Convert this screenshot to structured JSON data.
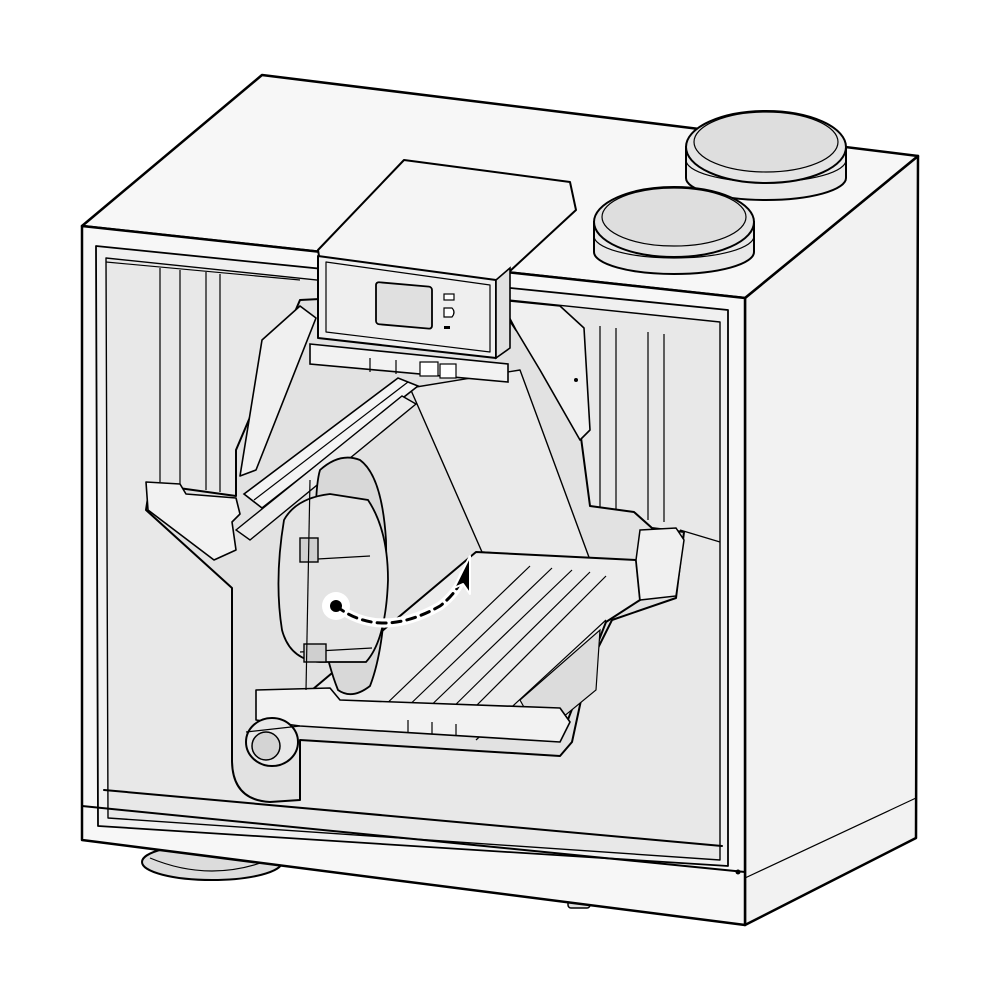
{
  "colors": {
    "background": "#ffffff",
    "outline": "#000000",
    "housing_side": "#f2f2f2",
    "housing_front": "#f7f7f7",
    "interior": "#e6e6e6",
    "interior_dark": "#d6d6d6",
    "fan": "#dcdcdc",
    "display_screen": "#e0e0e0",
    "airflow_arrow": "#000000"
  },
  "icons": {
    "control_panel": "control-panel-box",
    "fan": "centrifugal-fan",
    "airflow": "dashed-curved-arrow"
  }
}
